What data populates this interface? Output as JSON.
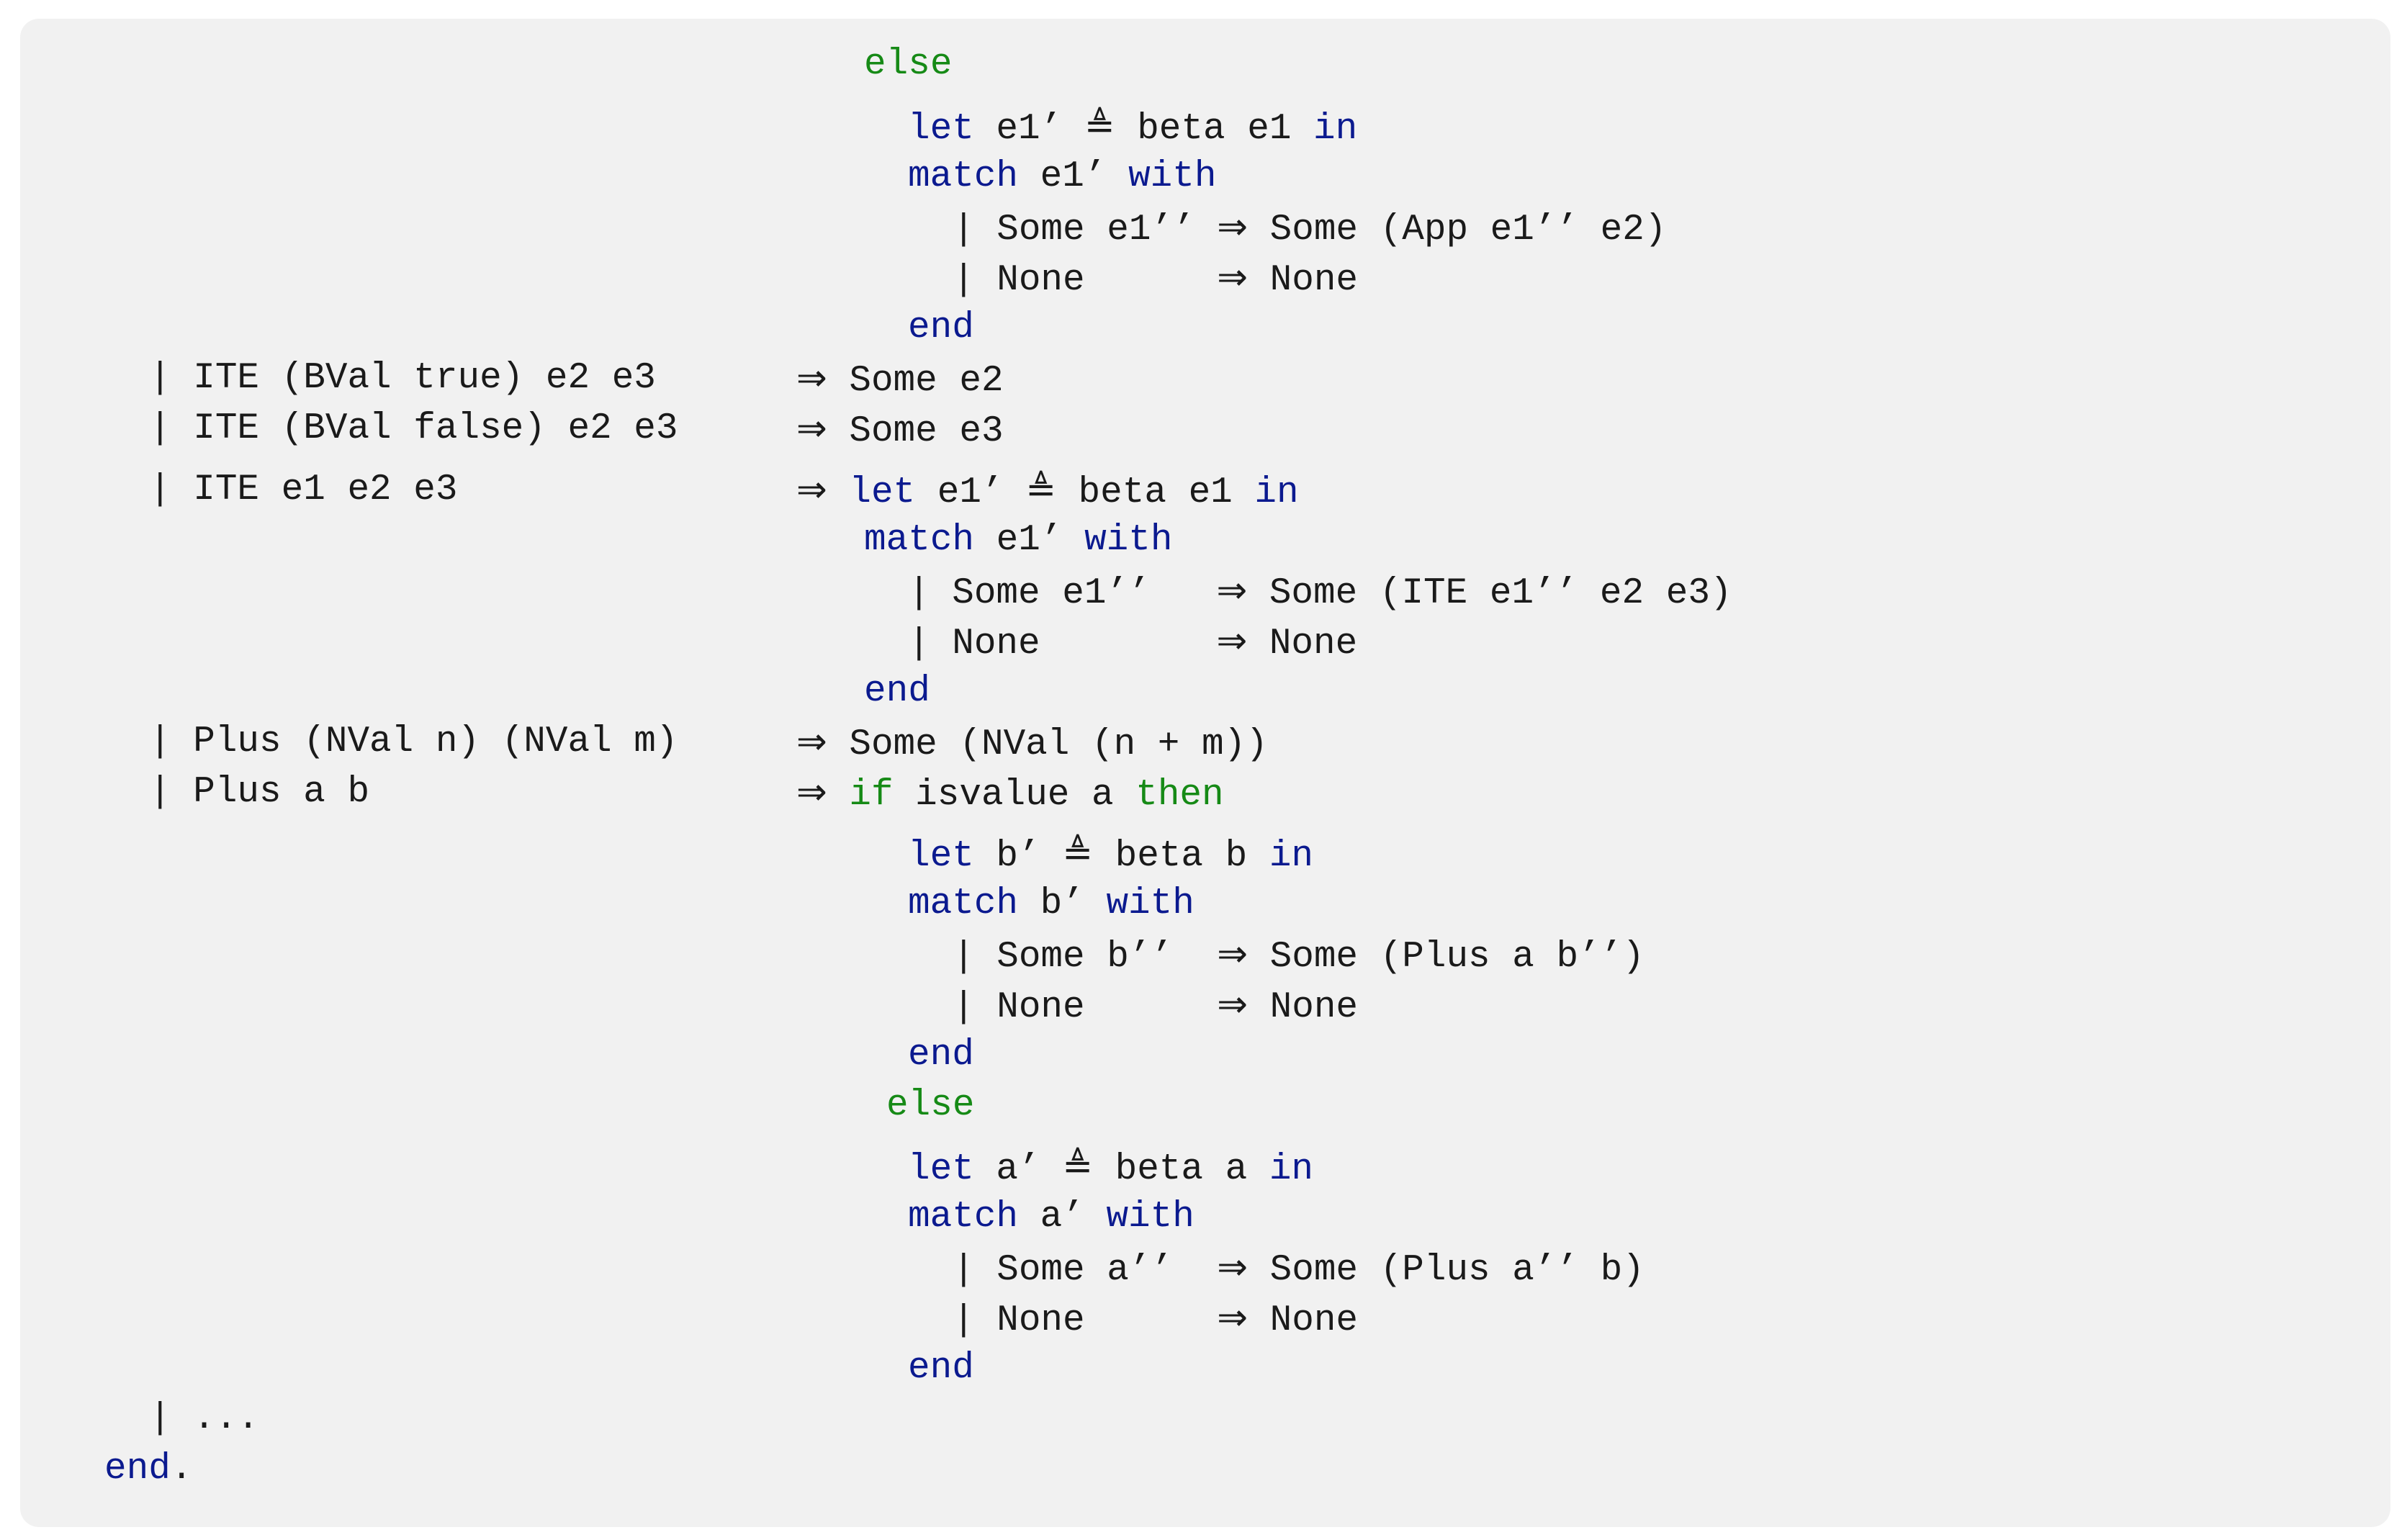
{
  "colors": {
    "background": "#f1f1f1",
    "text": "#1a1a1a",
    "keyword_blue": "#0b1a8f",
    "keyword_green": "#168a16"
  },
  "code": {
    "lines": [
      {
        "id": "l01",
        "segments": [
          {
            "t": "else",
            "c": "green"
          }
        ]
      },
      {
        "id": "l02",
        "segments": [
          {
            "t": "let",
            "c": "blue"
          },
          {
            "t": " e1’ "
          },
          {
            "t": "≜",
            "c": "defeq"
          },
          {
            "t": " beta e1 "
          },
          {
            "t": "in",
            "c": "blue"
          }
        ]
      },
      {
        "id": "l03",
        "segments": [
          {
            "t": "match",
            "c": "blue"
          },
          {
            "t": " e1’ "
          },
          {
            "t": "with",
            "c": "blue"
          }
        ]
      },
      {
        "id": "l04",
        "segments": [
          {
            "t": "| Some e1’’ "
          },
          {
            "t": "⇒",
            "c": "arrow"
          },
          {
            "t": " Some (App e1’’ e2)"
          }
        ]
      },
      {
        "id": "l05",
        "segments": [
          {
            "t": "| None      "
          },
          {
            "t": "⇒",
            "c": "arrow"
          },
          {
            "t": " None"
          }
        ]
      },
      {
        "id": "l06",
        "segments": [
          {
            "t": "end",
            "c": "blue"
          }
        ]
      },
      {
        "id": "l07a",
        "segments": [
          {
            "t": "| ITE (BVal true) e2 e3"
          }
        ]
      },
      {
        "id": "l07b",
        "segments": [
          {
            "t": "⇒",
            "c": "arrow"
          },
          {
            "t": " Some e2"
          }
        ]
      },
      {
        "id": "l08a",
        "segments": [
          {
            "t": "| ITE (BVal false) e2 e3"
          }
        ]
      },
      {
        "id": "l08b",
        "segments": [
          {
            "t": "⇒",
            "c": "arrow"
          },
          {
            "t": " Some e3"
          }
        ]
      },
      {
        "id": "l09a",
        "segments": [
          {
            "t": "| ITE e1 e2 e3"
          }
        ]
      },
      {
        "id": "l09b",
        "segments": [
          {
            "t": "⇒",
            "c": "arrow"
          },
          {
            "t": " "
          },
          {
            "t": "let",
            "c": "blue"
          },
          {
            "t": " e1’ "
          },
          {
            "t": "≜",
            "c": "defeq"
          },
          {
            "t": " beta e1 "
          },
          {
            "t": "in",
            "c": "blue"
          }
        ]
      },
      {
        "id": "l10",
        "segments": [
          {
            "t": "match",
            "c": "blue"
          },
          {
            "t": " e1’ "
          },
          {
            "t": "with",
            "c": "blue"
          }
        ]
      },
      {
        "id": "l11",
        "segments": [
          {
            "t": "| Some e1’’   "
          },
          {
            "t": "⇒",
            "c": "arrow"
          },
          {
            "t": " Some (ITE e1’’ e2 e3)"
          }
        ]
      },
      {
        "id": "l12",
        "segments": [
          {
            "t": "| None        "
          },
          {
            "t": "⇒",
            "c": "arrow"
          },
          {
            "t": " None"
          }
        ]
      },
      {
        "id": "l13",
        "segments": [
          {
            "t": "end",
            "c": "blue"
          }
        ]
      },
      {
        "id": "l14a",
        "segments": [
          {
            "t": "| Plus (NVal n) (NVal m)"
          }
        ]
      },
      {
        "id": "l14b",
        "segments": [
          {
            "t": "⇒",
            "c": "arrow"
          },
          {
            "t": " Some (NVal (n + m))"
          }
        ]
      },
      {
        "id": "l15a",
        "segments": [
          {
            "t": "| Plus a b"
          }
        ]
      },
      {
        "id": "l15b",
        "segments": [
          {
            "t": "⇒",
            "c": "arrow"
          },
          {
            "t": " "
          },
          {
            "t": "if",
            "c": "green"
          },
          {
            "t": " isvalue a "
          },
          {
            "t": "then",
            "c": "green"
          }
        ]
      },
      {
        "id": "l16",
        "segments": [
          {
            "t": "let",
            "c": "blue"
          },
          {
            "t": " b’ "
          },
          {
            "t": "≜",
            "c": "defeq"
          },
          {
            "t": " beta b "
          },
          {
            "t": "in",
            "c": "blue"
          }
        ]
      },
      {
        "id": "l17",
        "segments": [
          {
            "t": "match",
            "c": "blue"
          },
          {
            "t": " b’ "
          },
          {
            "t": "with",
            "c": "blue"
          }
        ]
      },
      {
        "id": "l18",
        "segments": [
          {
            "t": "| Some b’’  "
          },
          {
            "t": "⇒",
            "c": "arrow"
          },
          {
            "t": " Some (Plus a b’’)"
          }
        ]
      },
      {
        "id": "l19",
        "segments": [
          {
            "t": "| None      "
          },
          {
            "t": "⇒",
            "c": "arrow"
          },
          {
            "t": " None"
          }
        ]
      },
      {
        "id": "l20",
        "segments": [
          {
            "t": "end",
            "c": "blue"
          }
        ]
      },
      {
        "id": "l21",
        "segments": [
          {
            "t": "else",
            "c": "green"
          }
        ]
      },
      {
        "id": "l22",
        "segments": [
          {
            "t": "let",
            "c": "blue"
          },
          {
            "t": " a’ "
          },
          {
            "t": "≜",
            "c": "defeq"
          },
          {
            "t": " beta a "
          },
          {
            "t": "in",
            "c": "blue"
          }
        ]
      },
      {
        "id": "l23",
        "segments": [
          {
            "t": "match",
            "c": "blue"
          },
          {
            "t": " a’ "
          },
          {
            "t": "with",
            "c": "blue"
          }
        ]
      },
      {
        "id": "l24",
        "segments": [
          {
            "t": "| Some a’’  "
          },
          {
            "t": "⇒",
            "c": "arrow"
          },
          {
            "t": " Some (Plus a’’ b)"
          }
        ]
      },
      {
        "id": "l25",
        "segments": [
          {
            "t": "| None      "
          },
          {
            "t": "⇒",
            "c": "arrow"
          },
          {
            "t": " None"
          }
        ]
      },
      {
        "id": "l26",
        "segments": [
          {
            "t": "end",
            "c": "blue"
          }
        ]
      },
      {
        "id": "l27",
        "segments": [
          {
            "t": "| ..."
          }
        ]
      },
      {
        "id": "l28",
        "segments": [
          {
            "t": "end",
            "c": "blue"
          },
          {
            "t": "."
          }
        ]
      }
    ]
  }
}
